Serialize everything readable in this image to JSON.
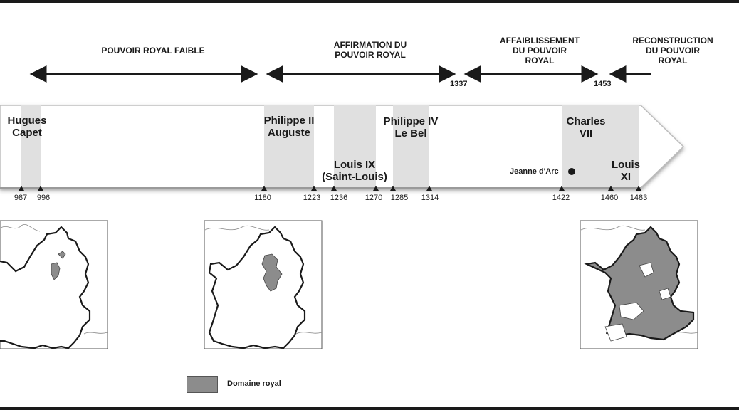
{
  "periods": [
    {
      "label": "POUVOIR ROYAL FAIBLE"
    },
    {
      "label": "AFFIRMATION DU\nPOUVOIR ROYAL"
    },
    {
      "label": "AFFAIBLISSEMENT\nDU POUVOIR\nROYAL"
    },
    {
      "label": "RECONSTRUCTION\nDU POUVOIR\nROYAL"
    }
  ],
  "period_breaks": [
    "1337",
    "1453"
  ],
  "rulers": [
    {
      "name": "Hugues\nCapet"
    },
    {
      "name": "Philippe II\nAuguste"
    },
    {
      "name": "Louis IX\n(Saint-Louis)"
    },
    {
      "name": "Philippe IV\nLe Bel"
    },
    {
      "name": "Charles\nVII"
    },
    {
      "name": "Louis\nXI"
    }
  ],
  "years": [
    "987",
    "996",
    "1180",
    "1223",
    "1236",
    "1270",
    "1285",
    "1314",
    "1422",
    "1460",
    "1483"
  ],
  "event": {
    "label": "Jeanne d'Arc"
  },
  "legend": {
    "label": "Domaine royal",
    "color": "#8c8c8c"
  },
  "colors": {
    "timeline_fill": "#ffffff",
    "band_fill": "#e0e0e0",
    "domain_fill": "#8c8c8c",
    "outline": "#1a1a1a"
  }
}
